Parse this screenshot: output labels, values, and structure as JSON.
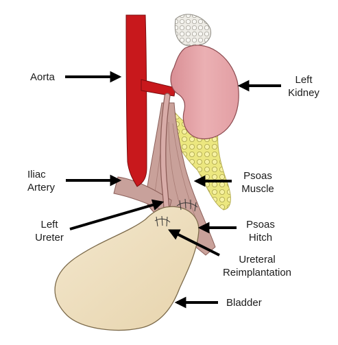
{
  "labels": {
    "aorta": "Aorta",
    "left_kidney": [
      "Left",
      "Kidney"
    ],
    "iliac_artery": [
      "Iliac",
      "Artery"
    ],
    "psoas_muscle": [
      "Psoas",
      "Muscle"
    ],
    "left_ureter": [
      "Left",
      "Ureter"
    ],
    "psoas_hitch": [
      "Psoas",
      "Hitch"
    ],
    "ureteral_reimplantation": [
      "Ureteral",
      "Reimplantation"
    ],
    "bladder": "Bladder"
  },
  "colors": {
    "aorta": "#c8181c",
    "kidney": "#e5a0a4",
    "adrenal": "#e9e7e0",
    "fat": "#e9e37a",
    "muscle": "#c9a29c",
    "ureter": "#d3a6a2",
    "bladder": "#f0e2c4",
    "arrow": "#000000"
  }
}
